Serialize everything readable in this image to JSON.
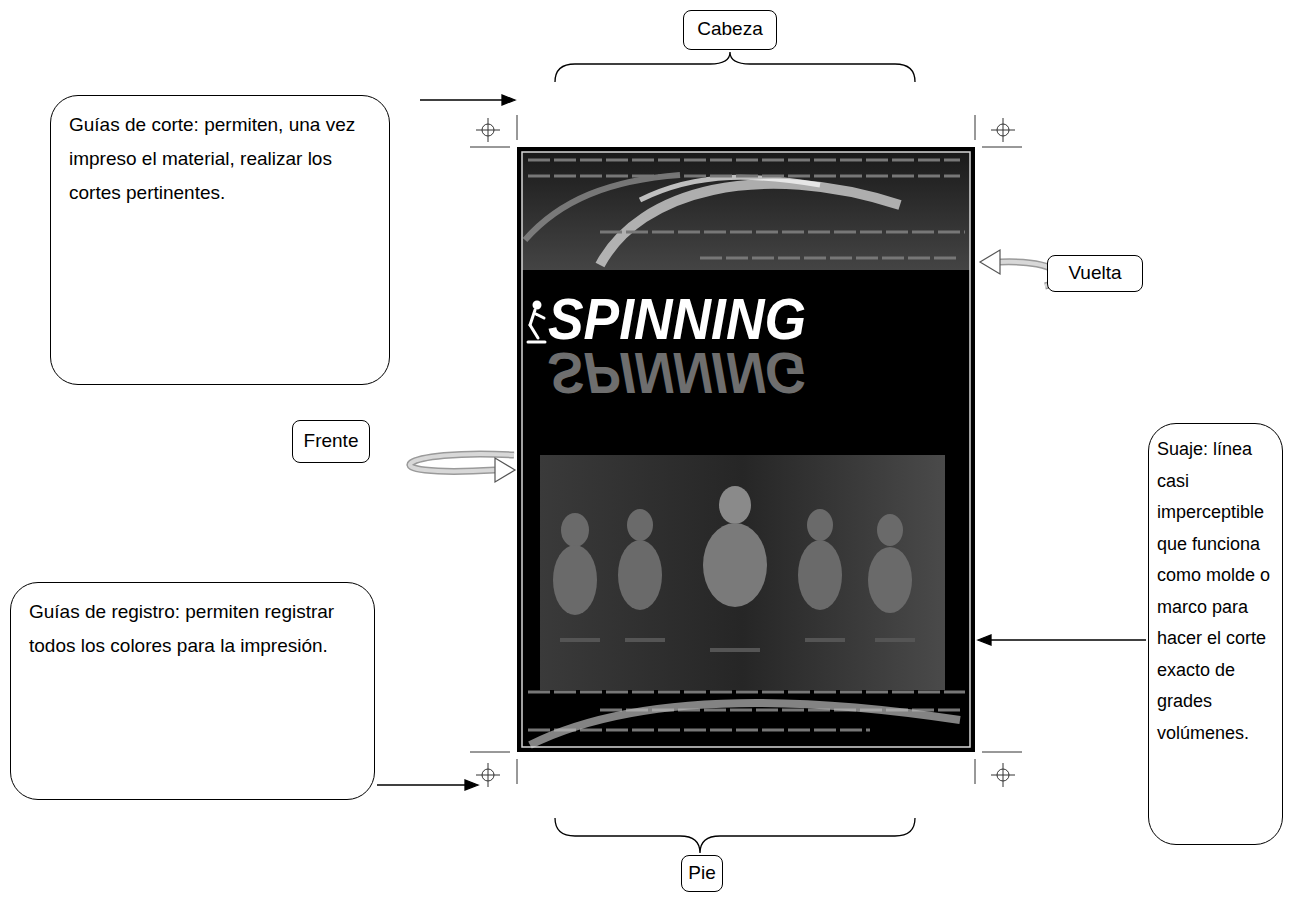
{
  "diagram": {
    "nodes": [
      {
        "text": [
          "Cabeza"
        ]
      },
      {
        "text": [
          "Guías de corte: permiten, una vez impreso el material, realizar los cortes pertinentes."
        ]
      },
      {
        "text": [
          "Vuelta"
        ]
      },
      {
        "text": [
          "Frente"
        ]
      },
      {
        "text": [
          "Guías de registro: permiten registrar todos los colores para la impresión."
        ]
      },
      {
        "text": [
          "Suaje: línea casi imperceptible que funciona como molde o marco para hacer el corte exacto de grades volúmenes."
        ]
      },
      {
        "text": [
          "Pie"
        ]
      }
    ],
    "labels": [
      "SPINNING",
      "SPINNING"
    ]
  }
}
